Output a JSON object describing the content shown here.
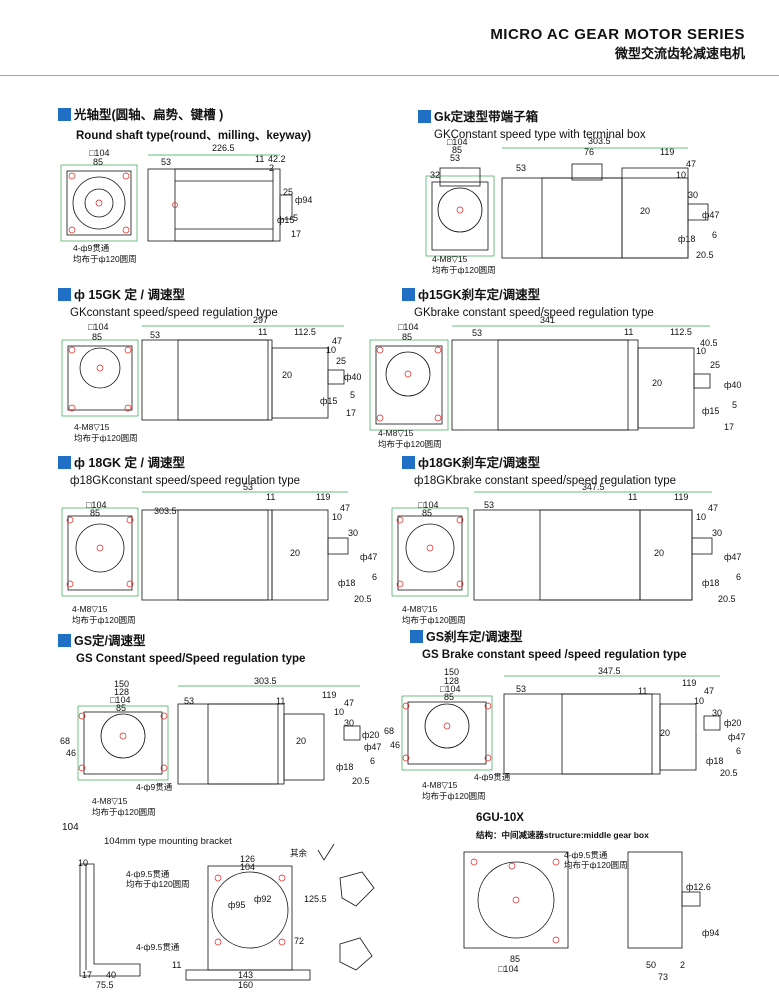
{
  "header": {
    "title_en": "MICRO AC GEAR MOTOR SERIES",
    "title_cn": "微型交流齿轮减速电机"
  },
  "sections": {
    "round": {
      "title": "光轴型(圆轴、扁势、键槽 )",
      "subtitle": "Round shaft type(round、milling、keyway)",
      "dims": [
        "□104",
        "85",
        "53",
        "226.5",
        "11",
        "42.2",
        "2",
        "25",
        "ф94",
        "ф15",
        "5",
        "17"
      ],
      "note1": "4-ф9贯通",
      "note2": "均布于ф120圆周"
    },
    "gk_terminal": {
      "title": "Gk定速型带端子箱",
      "subtitle": "GKConstant speed type with terminal box",
      "dims": [
        "□104",
        "85",
        "53",
        "32",
        "303.5",
        "76",
        "119",
        "47",
        "10",
        "30",
        "ф47",
        "20",
        "ф18",
        "6",
        "20.5",
        "53"
      ],
      "note1": "4-M8▽15",
      "note2": "均布于ф120圆周"
    },
    "gk15": {
      "title": "ф 15GK 定 / 调速型",
      "subtitle": "GKconstant speed/speed regulation type",
      "dims": [
        "□104",
        "85",
        "53",
        "297",
        "11",
        "112.5",
        "47",
        "10",
        "25",
        "ф40",
        "20",
        "ф15",
        "5",
        "17"
      ],
      "note1": "4-M8▽15",
      "note2": "均布于ф120圆周"
    },
    "gk15_brake": {
      "title": "ф15GK刹车定/调速型",
      "subtitle": "GKbrake constant speed/speed regulation type",
      "dims": [
        "□104",
        "85",
        "53",
        "341",
        "11",
        "112.5",
        "40.5",
        "10",
        "25",
        "ф40",
        "20",
        "ф15",
        "5",
        "17"
      ],
      "note1": "4-M8▽15",
      "note2": "均布于ф120圆周"
    },
    "gk18": {
      "title": "ф 18GK 定 / 调速型",
      "subtitle": "ф18GKconstant speed/speed regulation type",
      "dims": [
        "□104",
        "85",
        "53",
        "303.5",
        "11",
        "119",
        "47",
        "10",
        "30",
        "ф47",
        "20",
        "ф18",
        "6",
        "20.5"
      ],
      "note1": "4-M8▽15",
      "note2": "均布于ф120圆周"
    },
    "gk18_brake": {
      "title": "ф18GK刹车定/调速型",
      "subtitle": "ф18GKbrake constant speed/speed regulation type",
      "dims": [
        "□104",
        "85",
        "53",
        "347.5",
        "11",
        "119",
        "47",
        "10",
        "30",
        "ф47",
        "20",
        "ф18",
        "6",
        "20.5"
      ],
      "note1": "4-M8▽15",
      "note2": "均布于ф120圆周"
    },
    "gs": {
      "title": "GS定/调速型",
      "subtitle": "GS Constant speed/Speed regulation type",
      "dims": [
        "150",
        "128",
        "□104",
        "85",
        "68",
        "46",
        "53",
        "303.5",
        "11",
        "119",
        "47",
        "10",
        "30",
        "ф20",
        "ф47",
        "20",
        "ф18",
        "6",
        "20.5"
      ],
      "note1": "4-ф9贯通",
      "note2": "4-M8▽15",
      "note3": "均布于ф120圆周"
    },
    "gs_brake": {
      "title": "GS刹车定/调速型",
      "subtitle": "GS Brake constant speed /speed regulation type",
      "dims": [
        "150",
        "128",
        "□104",
        "85",
        "68",
        "46",
        "53",
        "347.5",
        "11",
        "119",
        "47",
        "10",
        "30",
        "ф20",
        "ф47",
        "20",
        "ф18",
        "6",
        "20.5"
      ],
      "note1": "4-ф9贯通",
      "note2": "4-M8▽15",
      "note3": "均布于ф120圆周"
    },
    "bracket": {
      "label": "104",
      "caption": "104mm type mounting bracket",
      "dims": [
        "10",
        "126",
        "104",
        "ф95",
        "ф92",
        "125.5",
        "72",
        "17",
        "40",
        "75.5",
        "11",
        "143",
        "160"
      ],
      "note1": "4-ф9.5贯通",
      "note2": "均布于ф120圆周",
      "note3": "4-ф9.5贯通",
      "rest": "其余"
    },
    "gu": {
      "title": "6GU-10X",
      "subtitle": "结构：中间减速器structure:middle gear box",
      "dims": [
        "85",
        "□104",
        "ф12.6",
        "ф94",
        "50",
        "2",
        "73"
      ],
      "note1": "4-ф9.5贯通",
      "note2": "均布于ф120圆周"
    }
  }
}
